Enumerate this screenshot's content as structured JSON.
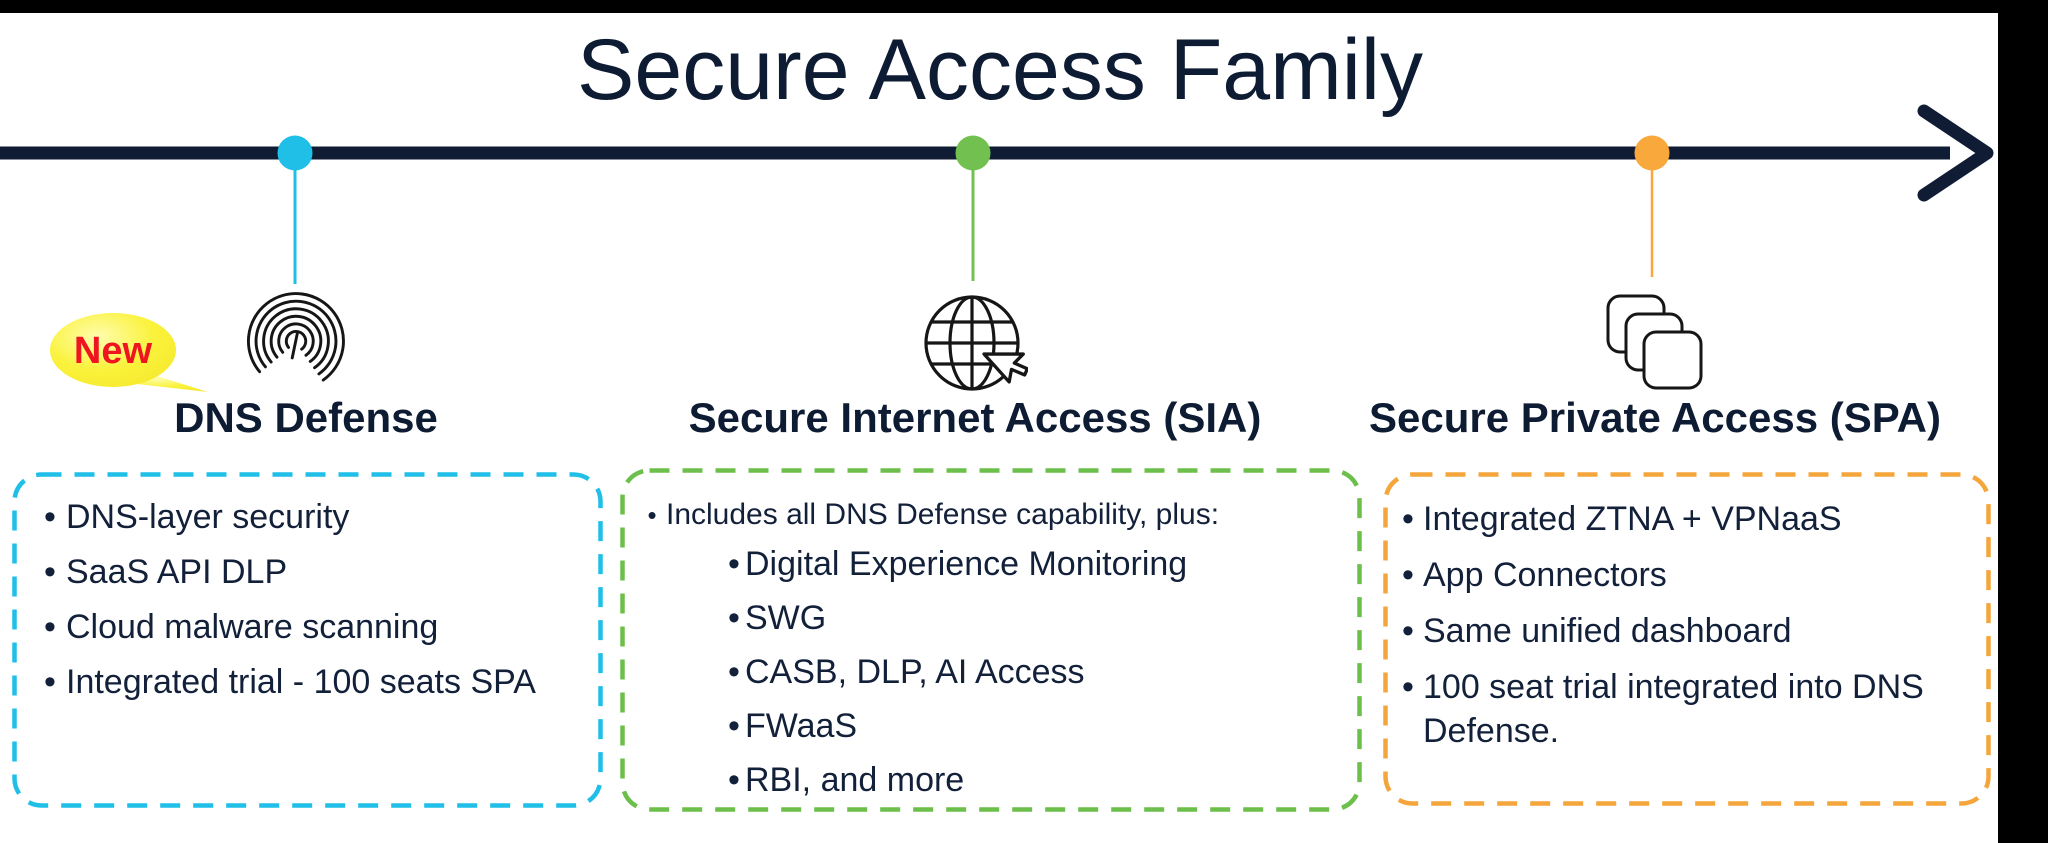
{
  "slide": {
    "title": "Secure Access Family",
    "bullet_char": "•"
  },
  "timeline": {
    "milestones": [
      {
        "id": "dns-defense",
        "title": "DNS Defense",
        "badge": "New",
        "dot_color": "#1FBFE8",
        "icon": "fingerprint-icon"
      },
      {
        "id": "sia",
        "title": "Secure Internet Access (SIA)",
        "dot_color": "#72C150",
        "icon": "globe-cursor-icon"
      },
      {
        "id": "spa",
        "title": "Secure Private Access (SPA)",
        "dot_color": "#F9A83C",
        "icon": "stacked-squares-icon"
      }
    ]
  },
  "boxes": [
    {
      "id": "dns-defense-box",
      "border_color": "#1FBFE8",
      "items": [
        "DNS-layer security",
        "SaaS API DLP",
        "Cloud malware scanning",
        "Integrated trial - 100 seats SPA"
      ]
    },
    {
      "id": "sia-box",
      "border_color": "#6CBF4B",
      "intro": "Includes all DNS Defense capability, plus:",
      "items": [
        "Digital Experience Monitoring",
        "SWG",
        "CASB, DLP, AI Access",
        "FWaaS",
        "RBI, and more"
      ]
    },
    {
      "id": "spa-box",
      "border_color": "#F4A53B",
      "items": [
        "Integrated ZTNA + VPNaaS",
        "App Connectors",
        "Same unified dashboard",
        "100 seat trial integrated into DNS Defense."
      ]
    }
  ],
  "colors": {
    "axis_navy": "#101C33",
    "heading_navy": "#0D1B33",
    "body_navy": "#13203A",
    "cyan": "#1FBFE8",
    "green": "#6CBF4B",
    "orange": "#F4A53B",
    "badge_red": "#EE1420",
    "badge_yellow": "#F9EE2E"
  }
}
